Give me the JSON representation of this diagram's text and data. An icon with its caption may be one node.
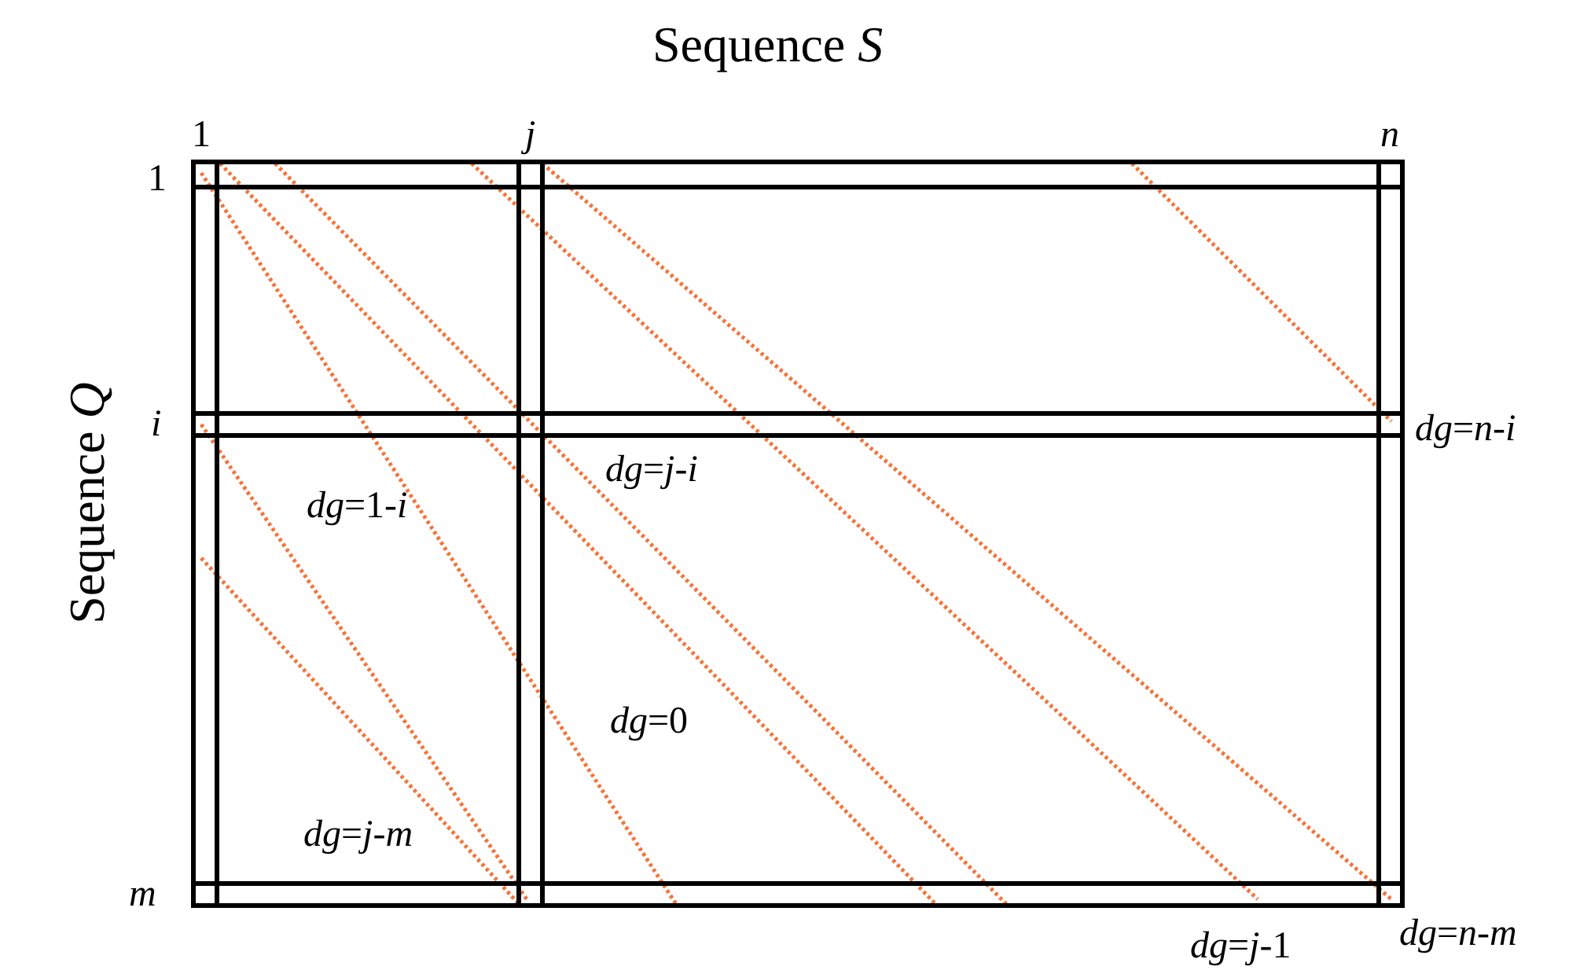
{
  "diagram": {
    "title": "Sequence *S*",
    "labels": [
      "1",
      "*j*",
      "*n*",
      "1",
      "*i*",
      "Sequence *Q*",
      "*dg*=*n*-*i*",
      "*dg*=*j*-*i*",
      "*dg*=1-*i*",
      "*dg*=0",
      "*dg*=*j*-*m*",
      "*m*",
      "*dg*=*j*-1",
      "*dg*=*n*-*m*"
    ]
  }
}
